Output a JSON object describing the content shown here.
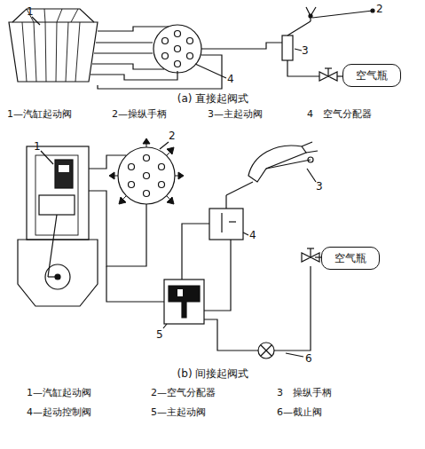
{
  "diagram": {
    "nodes": [
      {
        "text": [
          "空气瓶"
        ]
      },
      {
        "text": [
          "空气瓶"
        ]
      }
    ],
    "labels": [
      "1",
      "2",
      "3",
      "4",
      "(a) 直接起阀式",
      "1—汽缸起动阀",
      "2—操纵手柄",
      "3—主起动阀",
      "4　空气分配器",
      "1",
      "2",
      "3",
      "4",
      "5",
      "6",
      "(b) 间接起阀式",
      "1—汽缸起动阀",
      "2—空气分配器",
      "3　操纵手柄",
      "4—起动控制阀",
      "5—主起动阀",
      "6—截止阀"
    ]
  }
}
